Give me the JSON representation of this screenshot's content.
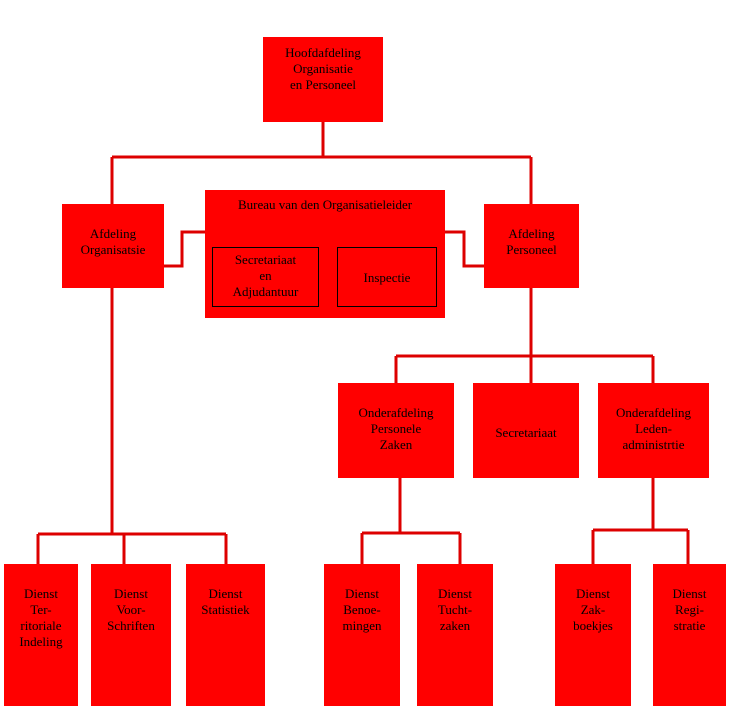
{
  "colors": {
    "box_fill": "#ff0000",
    "connector": "#dd0000",
    "text": "#000000"
  },
  "nodes": {
    "root": "Hoofdafdeling\nOrganisatie\nen Personeel",
    "afd_org": "Afdeling\nOrganisatsie",
    "bureau": "Bureau van den Organisatieleider",
    "secr_adj": "Secretariaat\nen\nAdjudantuur",
    "inspectie": "Inspectie",
    "afd_pers": "Afdeling\nPersoneel",
    "ond_pers": "Onderafdeling\nPersonele\nZaken",
    "secretariaat": "Secretariaat",
    "ond_leden": "Onderafdeling\nLeden-\nadministrtie",
    "d_terr": "Dienst\nTer-\nritoriale\nIndeling",
    "d_voor": "Dienst\nVoor-\nSchriften",
    "d_stat": "Dienst\nStatistiek",
    "d_ben": "Dienst\nBenoe-\nmingen",
    "d_tucht": "Dienst\nTucht-\nzaken",
    "d_zak": "Dienst\nZak-\nboekjes",
    "d_reg": "Dienst\nRegi-\nstratie"
  }
}
